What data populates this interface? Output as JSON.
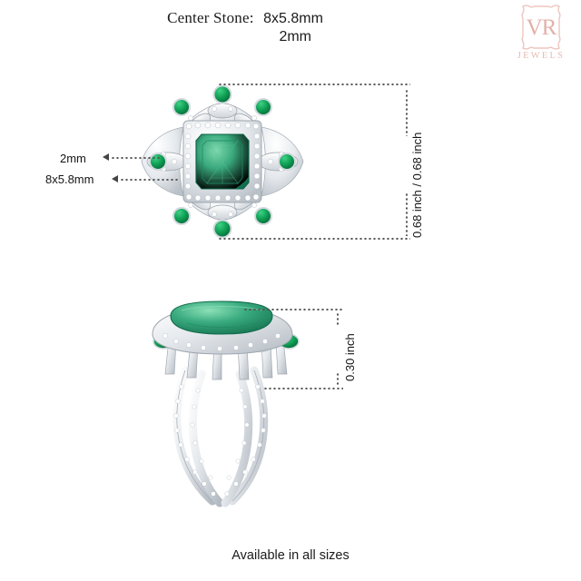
{
  "header": {
    "center_stone_label": "Center Stone:",
    "center_stone_size": "8x5.8mm",
    "accent_stone_size": "2mm"
  },
  "logo": {
    "monogram": "VR",
    "wordmark": "JEWELS",
    "color": "#e3b0a8"
  },
  "top_view": {
    "callouts": [
      {
        "name": "accent-stone-callout",
        "text": "2mm"
      },
      {
        "name": "center-stone-callout",
        "text": "8x5.8mm"
      }
    ],
    "vertical_dimension": "0.68 inch / 0.68 inch"
  },
  "side_view": {
    "vertical_dimension": "0.30 inch"
  },
  "footer": {
    "availability": "Available in all sizes"
  },
  "colors": {
    "emerald_center_light": "#5fc79b",
    "emerald_center": "#2d9b72",
    "emerald_center_dark": "#167a55",
    "emerald_accent": "#0f9150",
    "emerald_accent_dark": "#07713c",
    "metal_light": "#ffffff",
    "metal_mid": "#d9dde2",
    "metal_shadow": "#a9b0b8",
    "guide_line": "#555555",
    "text": "#141414"
  }
}
